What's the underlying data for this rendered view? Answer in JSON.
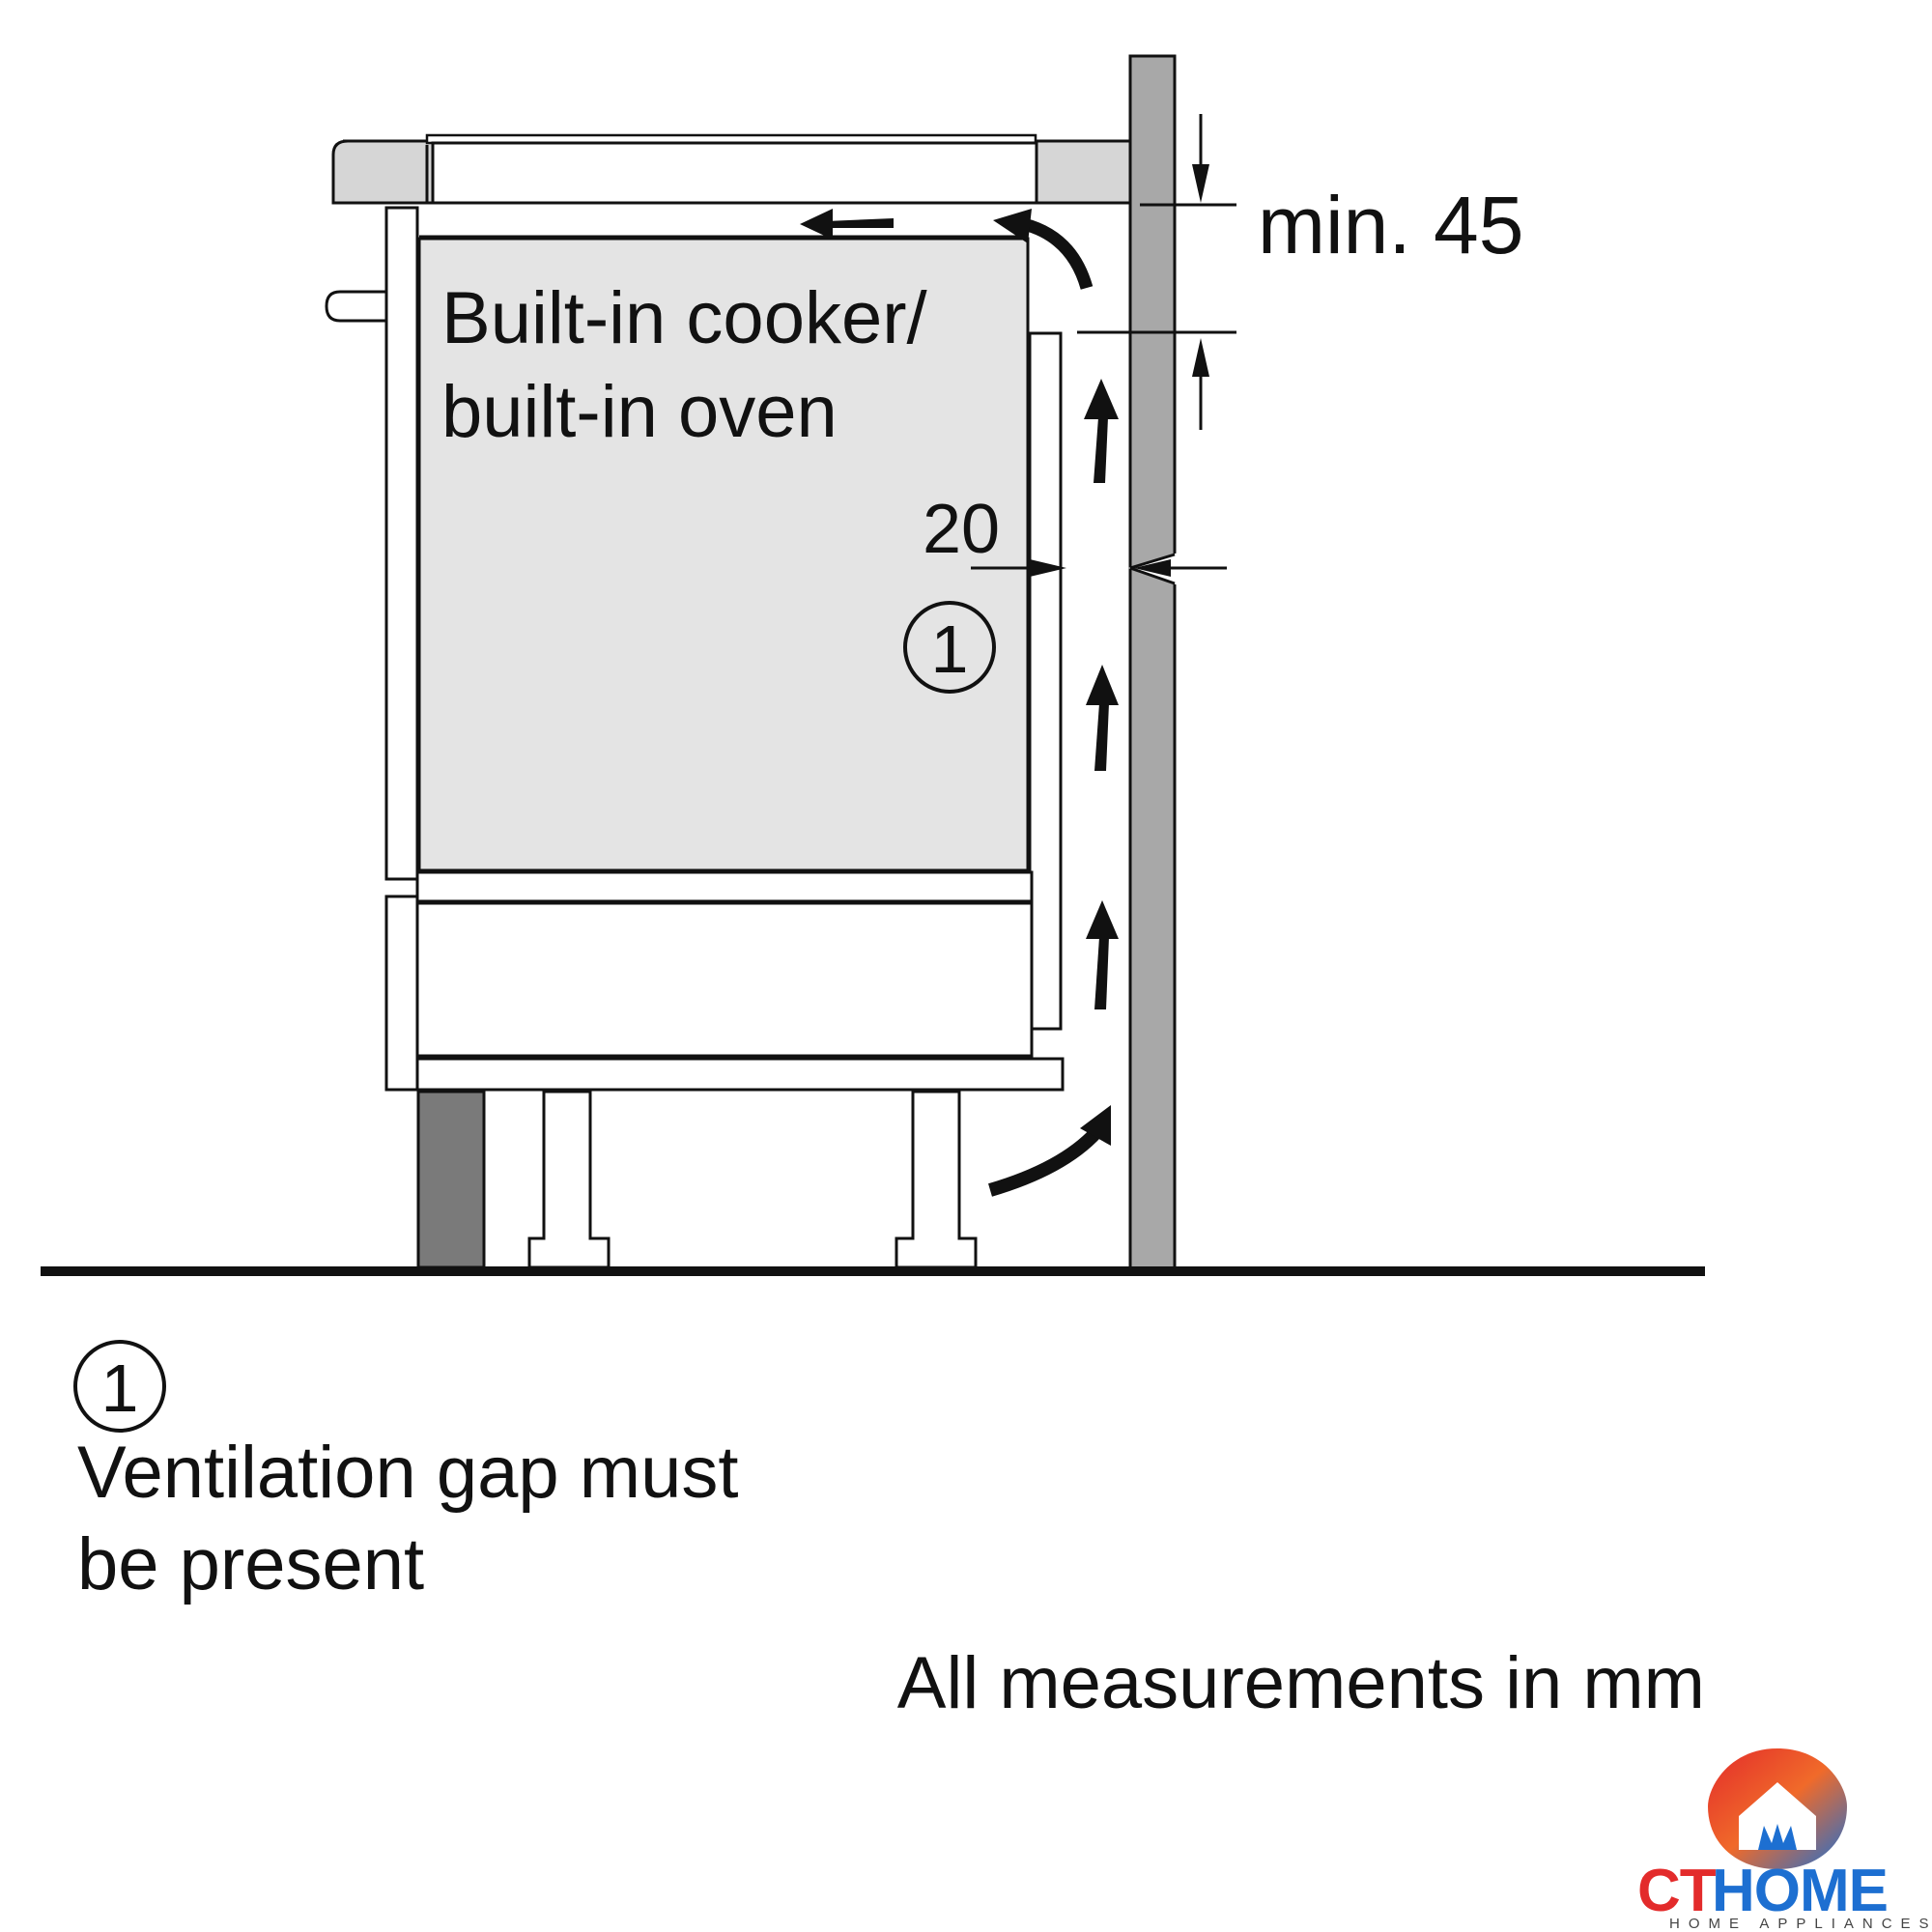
{
  "labels": {
    "appliance_line1": "Built-in cooker/",
    "appliance_line2": "built-in oven",
    "gap_dimension": "min. 45",
    "side_dimension": "20",
    "callout_marker": "1",
    "legend_marker": "1",
    "legend_line1": "Ventilation gap must",
    "legend_line2": "be present",
    "units_note": "All measurements in mm"
  },
  "logo": {
    "brand_part1": "CT",
    "brand_part2": "HOME",
    "tagline": "HOME APPLIANCES"
  },
  "colors": {
    "wall": "#a8a8a8",
    "appliance": "#e4e4e4",
    "worktop": "#d6d6d6",
    "plinth": "#7a7a7a",
    "brand_red": "#e32b2b",
    "brand_blue": "#1d6fd1"
  },
  "icons": {
    "logo_mark": "house-drop-icon"
  }
}
